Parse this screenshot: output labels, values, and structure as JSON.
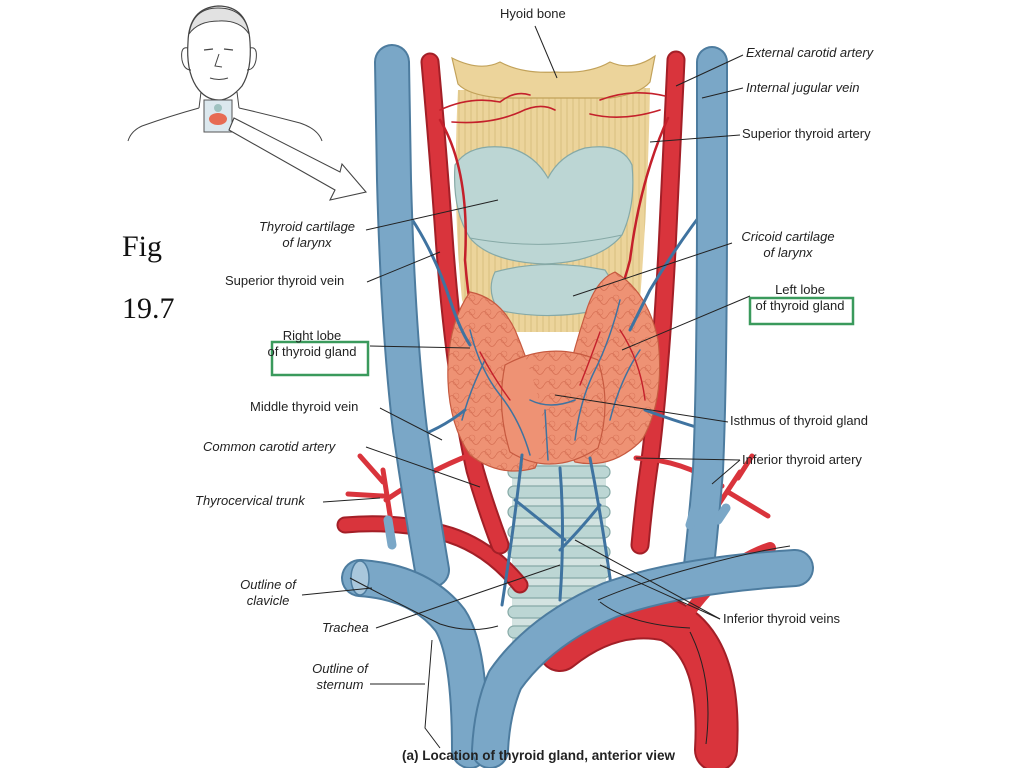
{
  "figure_number": {
    "fig": "Fig",
    "number": "19.7"
  },
  "labels": {
    "hyoid_bone": "Hyoid bone",
    "external_carotid_artery": "External carotid artery",
    "internal_jugular_vein": "Internal jugular vein",
    "superior_thyroid_artery": "Superior thyroid artery",
    "thyroid_cartilage": {
      "line1": "Thyroid cartilage",
      "line2": "of larynx"
    },
    "cricoid_cartilage": {
      "line1": "Cricoid cartilage",
      "line2": "of larynx"
    },
    "superior_thyroid_vein": "Superior thyroid vein",
    "left_lobe": {
      "line1": "Left lobe",
      "line2": "of thyroid gland"
    },
    "right_lobe": {
      "line1": "Right lobe",
      "line2": "of thyroid gland"
    },
    "middle_thyroid_vein": "Middle thyroid vein",
    "isthmus": "Isthmus of thyroid gland",
    "common_carotid_artery": "Common carotid artery",
    "inferior_thyroid_artery": "Inferior thyroid artery",
    "thyrocervical_trunk": "Thyrocervical trunk",
    "outline_of_clavicle": {
      "line1": "Outline of",
      "line2": "clavicle"
    },
    "trachea": "Trachea",
    "inferior_thyroid_veins": "Inferior thyroid veins",
    "outline_of_sternum": {
      "line1": "Outline of",
      "line2": "sternum"
    }
  },
  "caption": "(a) Location of thyroid gland, anterior view",
  "colors": {
    "vein": "#7aa7c7",
    "vein_outline": "#4d7c9f",
    "artery": "#d9343c",
    "artery_outline": "#a31f27",
    "gland": "#ee9274",
    "cartilage": "#bcd6d4",
    "bone": "#ecd49b",
    "highlight_box": "#3a9a5c"
  }
}
